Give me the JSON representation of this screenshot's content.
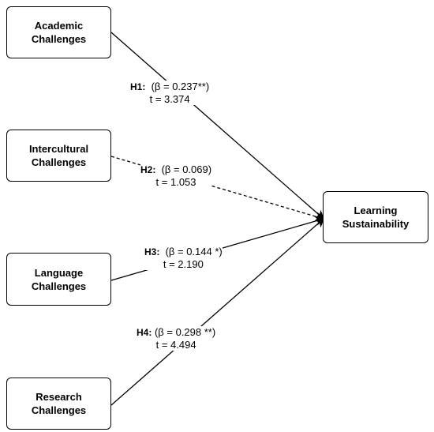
{
  "constructs": {
    "academic": {
      "line1": "Academic",
      "line2": "Challenges"
    },
    "intercultural": {
      "line1": "Intercultural",
      "line2": "Challenges"
    },
    "language": {
      "line1": "Language",
      "line2": "Challenges"
    },
    "research": {
      "line1": "Research",
      "line2": "Challenges"
    },
    "outcome": {
      "line1": "Learning",
      "line2": "Sustainability"
    }
  },
  "hypotheses": [
    {
      "id": "H1:",
      "beta": "(β = 0.237**)",
      "t": "t = 3.374",
      "path_style": "solid"
    },
    {
      "id": "H2:",
      "beta": "(β = 0.069)",
      "t": "t = 1.053",
      "path_style": "dashed"
    },
    {
      "id": "H3:",
      "beta": "(β = 0.144 *)",
      "t": "t = 2.190",
      "path_style": "solid"
    },
    {
      "id": "H4:",
      "beta": "(β = 0.298 **)",
      "t": "t = 4.494",
      "path_style": "solid"
    }
  ],
  "colors": {
    "line": "#000000",
    "box_border": "#000000",
    "background": "#ffffff"
  }
}
